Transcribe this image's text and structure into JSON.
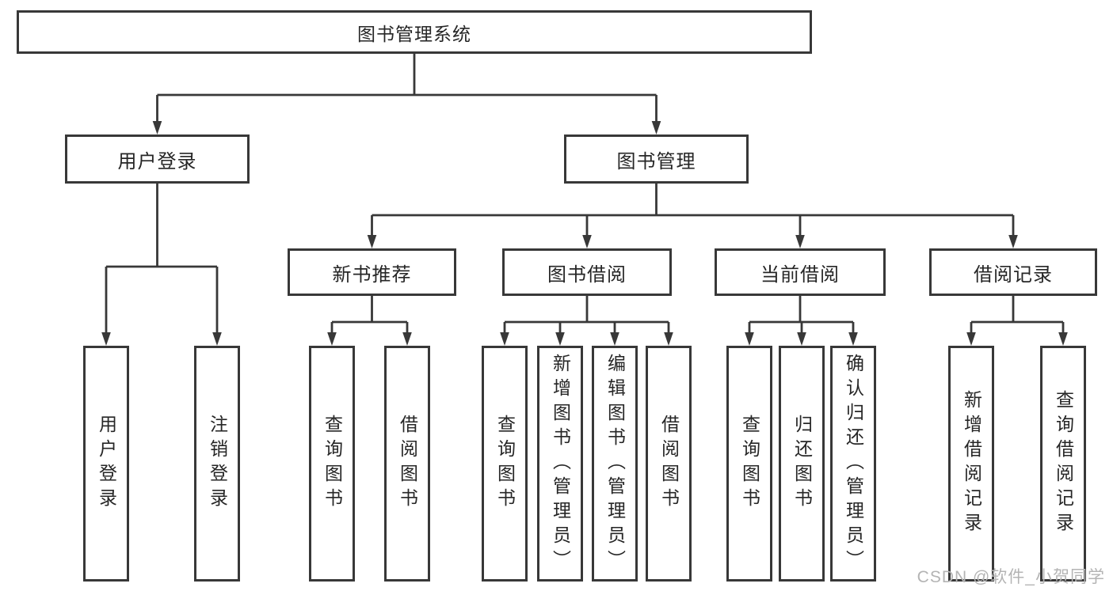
{
  "colors": {
    "line": "#383838",
    "text": "#262626",
    "watermark": "#b4b4b4"
  },
  "root": {
    "label": "图书管理系统"
  },
  "branches": [
    {
      "label": "用户登录",
      "children": [
        {
          "label": "用户登录"
        },
        {
          "label": "注销登录"
        }
      ]
    },
    {
      "label": "图书管理",
      "children": [
        {
          "label": "新书推荐",
          "children": [
            {
              "label": "查询图书"
            },
            {
              "label": "借阅图书"
            }
          ]
        },
        {
          "label": "图书借阅",
          "children": [
            {
              "label": "查询图书"
            },
            {
              "label": "新增图书（管理员）"
            },
            {
              "label": "编辑图书（管理员）"
            },
            {
              "label": "借阅图书"
            }
          ]
        },
        {
          "label": "当前借阅",
          "children": [
            {
              "label": "查询图书"
            },
            {
              "label": "归还图书"
            },
            {
              "label": "确认归还（管理员）"
            }
          ]
        },
        {
          "label": "借阅记录",
          "children": [
            {
              "label": "新增借阅记录"
            },
            {
              "label": "查询借阅记录"
            }
          ]
        }
      ]
    }
  ],
  "watermark": {
    "text": "CSDN @软件_小贺同学"
  }
}
